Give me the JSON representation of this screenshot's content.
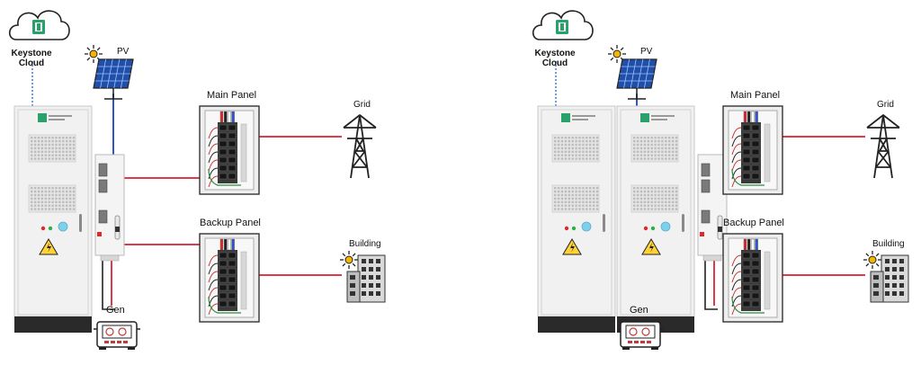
{
  "diagrams": [
    {
      "cloud_label_line1": "Keystone",
      "cloud_label_line2": "Cloud",
      "pv_label": "PV",
      "main_panel_label": "Main Panel",
      "backup_panel_label": "Backup Panel",
      "grid_label": "Grid",
      "building_label": "Building",
      "gen_label": "Gen",
      "battery_cabinet_count": 1
    },
    {
      "cloud_label_line1": "Keystone",
      "cloud_label_line2": "Cloud",
      "pv_label": "PV",
      "main_panel_label": "Main Panel",
      "backup_panel_label": "Backup Panel",
      "grid_label": "Grid",
      "building_label": "Building",
      "gen_label": "Gen",
      "battery_cabinet_count": 2
    }
  ],
  "colors": {
    "ac_line": "#e03a4a",
    "dc_line": "#2f56c8",
    "comm_line": "#3a6fd8",
    "dark_line": "#222222",
    "cabinet_body": "#f1f1f1",
    "cabinet_base": "#2a2a2a",
    "brand_green": "#2aa06a",
    "solar_blue": "#1f4fa8",
    "sun_yellow": "#f5b400"
  },
  "icons": [
    "cloud-icon",
    "solar-panel-icon",
    "sun-icon",
    "battery-cabinet-icon",
    "inverter-icon",
    "electrical-panel-icon",
    "transmission-tower-icon",
    "building-icon",
    "generator-icon",
    "warning-icon"
  ]
}
